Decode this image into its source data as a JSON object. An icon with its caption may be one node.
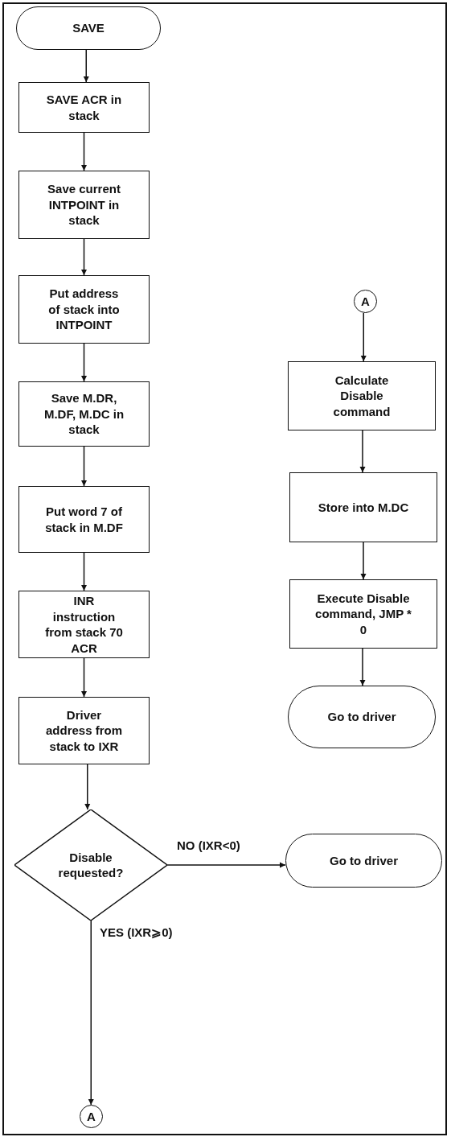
{
  "diagram": {
    "nodes": [
      {
        "text": [
          "SAVE"
        ]
      },
      {
        "text": [
          "SAVE ACR in stack"
        ]
      },
      {
        "text": [
          "Save current INTPOINT in stack"
        ]
      },
      {
        "text": [
          "Put address of stack into INTPOINT"
        ]
      },
      {
        "text": [
          "Save M.DR, M.DF, M.DC in stack"
        ]
      },
      {
        "text": [
          "Put word 7 of stack in M.DF"
        ]
      },
      {
        "text": [
          "INR instruction from stack 70 ACR"
        ]
      },
      {
        "text": [
          "Driver address from stack to IXR"
        ]
      },
      {
        "text": [
          "Disable requested?"
        ]
      },
      {
        "text": [
          "Go to driver"
        ]
      },
      {
        "text": [
          "A"
        ]
      },
      {
        "text": [
          "A"
        ]
      },
      {
        "text": [
          "Calculate Disable command"
        ]
      },
      {
        "text": [
          "Store into M.DC"
        ]
      },
      {
        "text": [
          "Execute Disable command, JMP * 0"
        ]
      },
      {
        "text": [
          "Go to driver"
        ]
      }
    ],
    "edges": [
      {
        "from": 0,
        "to": 1,
        "arrow": "to"
      },
      {
        "from": 1,
        "to": 2,
        "arrow": "to"
      },
      {
        "from": 2,
        "to": 3,
        "arrow": "to"
      },
      {
        "from": 3,
        "to": 4,
        "arrow": "to"
      },
      {
        "from": 4,
        "to": 5,
        "arrow": "to"
      },
      {
        "from": 5,
        "to": 6,
        "arrow": "to"
      },
      {
        "from": 6,
        "to": 7,
        "arrow": "to"
      },
      {
        "from": 7,
        "to": 8,
        "arrow": "to"
      },
      {
        "from": 8,
        "to": 9,
        "arrow": "to",
        "label": "NO (IXR<0)"
      },
      {
        "from": 8,
        "to": 10,
        "arrow": "to",
        "label": "YES (IXR⩾0)"
      },
      {
        "from": 11,
        "to": 12,
        "arrow": "to"
      },
      {
        "from": 12,
        "to": 13,
        "arrow": "to"
      },
      {
        "from": 13,
        "to": 14,
        "arrow": "to"
      },
      {
        "from": 14,
        "to": 15,
        "arrow": "to"
      }
    ]
  }
}
